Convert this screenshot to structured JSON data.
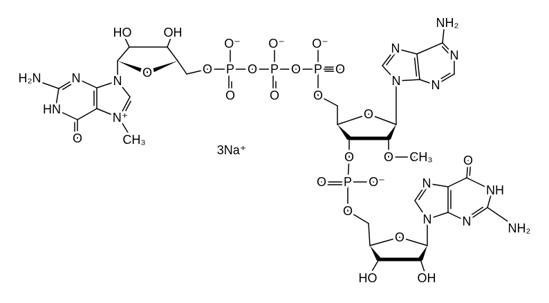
{
  "diagram": {
    "kind": "chemical-structure",
    "line_color": "#000000",
    "background": "#ffffff",
    "atom_labels": [
      "HO",
      "OH",
      "O",
      "N",
      "N⁺",
      "CH₃",
      "N",
      "H₂N",
      "HN",
      "O",
      "O",
      "P",
      "O⁻",
      "O",
      "O",
      "P",
      "O⁻",
      "O",
      "O",
      "P",
      "O⁻",
      "O",
      "O",
      "O",
      "N",
      "N",
      "NH₂",
      "N",
      "N",
      "O",
      "O",
      "CH₃",
      "P",
      "O",
      "O⁻",
      "O",
      "O",
      "N",
      "N",
      "O",
      "NH",
      "N",
      "NH₂",
      "HO",
      "OH"
    ],
    "counterion": "3Na⁺"
  }
}
